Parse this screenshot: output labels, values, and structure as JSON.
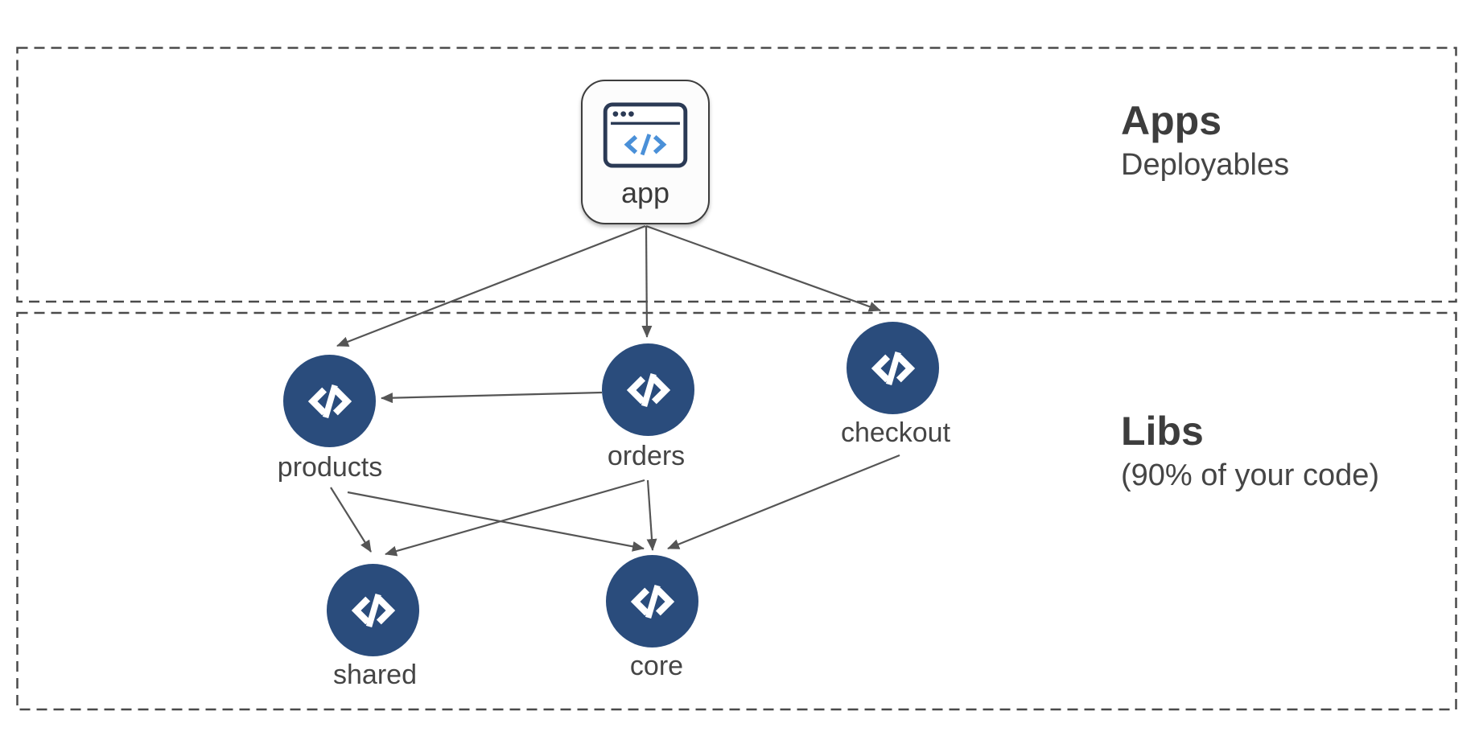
{
  "diagram": {
    "zones": {
      "apps": {
        "title": "Apps",
        "subtitle": "Deployables"
      },
      "libs": {
        "title": "Libs",
        "subtitle": "(90% of your code)"
      }
    },
    "nodes": {
      "app": {
        "label": "app",
        "kind": "application",
        "icon": "browser-window-code-icon"
      },
      "products": {
        "label": "products",
        "kind": "library",
        "icon": "code-brackets-icon"
      },
      "orders": {
        "label": "orders",
        "kind": "library",
        "icon": "code-brackets-icon"
      },
      "checkout": {
        "label": "checkout",
        "kind": "library",
        "icon": "code-brackets-icon"
      },
      "shared": {
        "label": "shared",
        "kind": "library",
        "icon": "code-brackets-icon"
      },
      "core": {
        "label": "core",
        "kind": "library",
        "icon": "code-brackets-icon"
      }
    },
    "edges": [
      {
        "from": "app",
        "to": "products"
      },
      {
        "from": "app",
        "to": "orders"
      },
      {
        "from": "app",
        "to": "checkout"
      },
      {
        "from": "orders",
        "to": "products"
      },
      {
        "from": "products",
        "to": "shared"
      },
      {
        "from": "products",
        "to": "core"
      },
      {
        "from": "orders",
        "to": "shared"
      },
      {
        "from": "orders",
        "to": "core"
      },
      {
        "from": "checkout",
        "to": "core"
      }
    ],
    "colors": {
      "node_fill": "#2a4c7c",
      "edge": "#555555",
      "label": "#454545",
      "zone_border": "#4a4a4a",
      "icon_blue": "#4a90d8",
      "icon_navy": "#2b3a55"
    }
  }
}
